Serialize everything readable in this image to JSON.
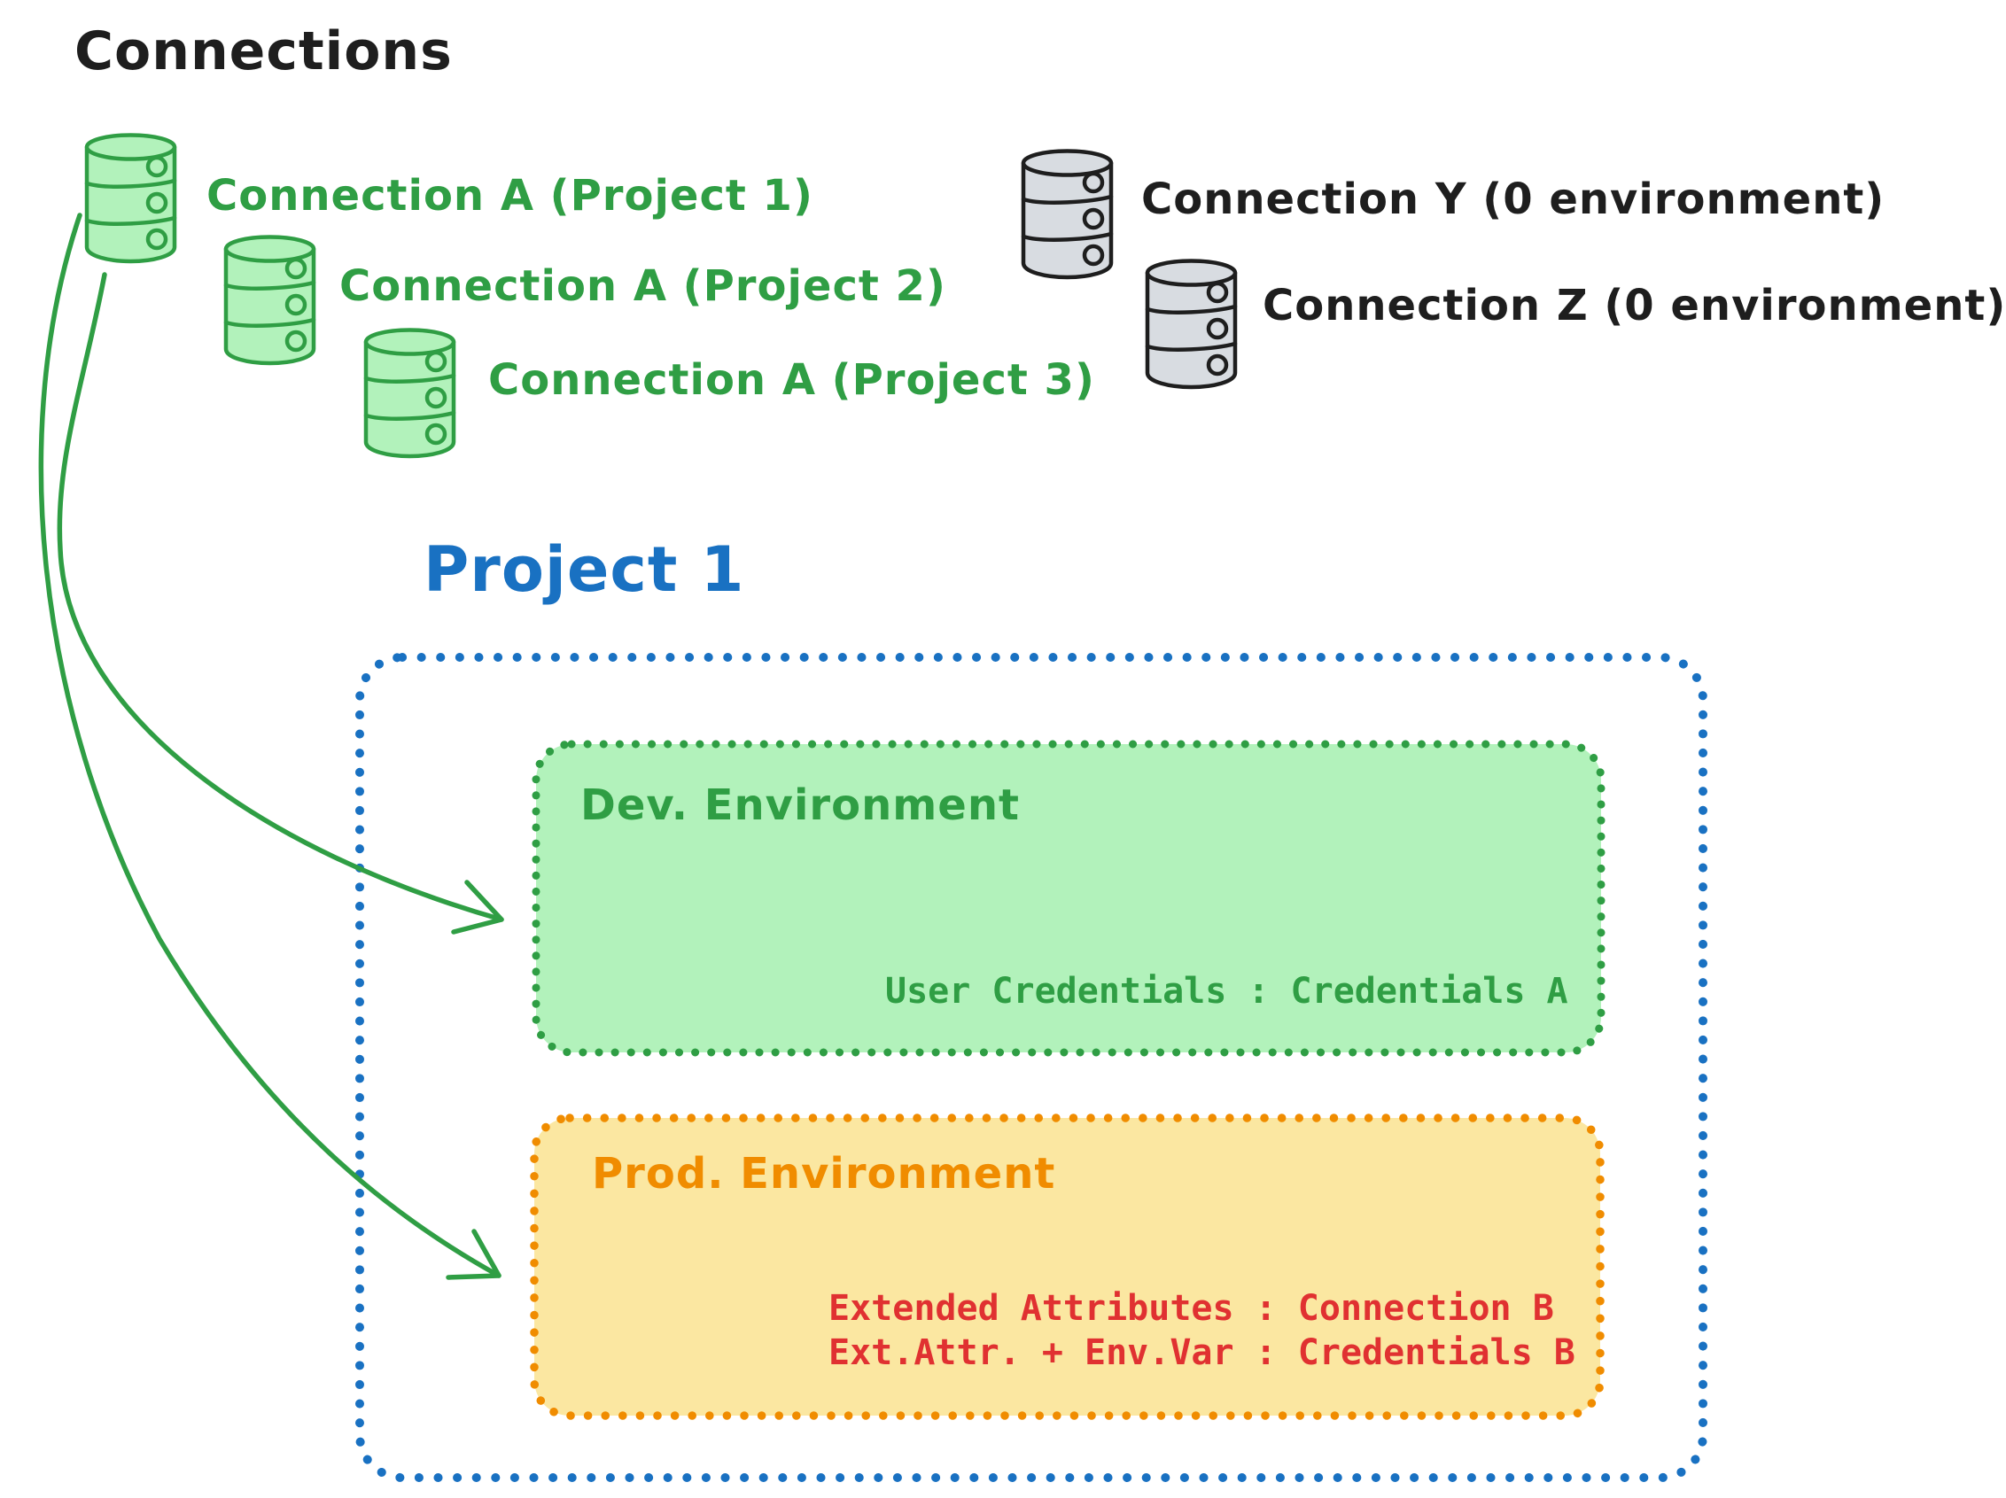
{
  "title": "Connections",
  "palette": {
    "ink": "#1e1e1e",
    "green": "#2f9e44",
    "green_fill": "#b2f2bb",
    "blue": "#1971c2",
    "orange": "#f08c00",
    "yellow_fill": "#fbe7a1",
    "red": "#e03131",
    "gray_fill": "#d8dce1"
  },
  "connections": {
    "project_a": [
      {
        "icon": "database-icon",
        "label": "Connection A (Project 1)"
      },
      {
        "icon": "database-icon",
        "label": "Connection A (Project 2)"
      },
      {
        "icon": "database-icon",
        "label": "Connection A (Project 3)"
      }
    ],
    "unassigned": [
      {
        "icon": "database-icon",
        "label": "Connection Y (0 environment)"
      },
      {
        "icon": "database-icon",
        "label": "Connection Z (0 environment)"
      }
    ]
  },
  "project": {
    "title": "Project 1",
    "dev": {
      "name": "Dev. Environment",
      "mapping": "User Credentials : Credentials A"
    },
    "prod": {
      "name": "Prod. Environment",
      "mappings": [
        "Extended Attributes : Connection B",
        "Ext.Attr. + Env.Var : Credentials B"
      ]
    }
  }
}
